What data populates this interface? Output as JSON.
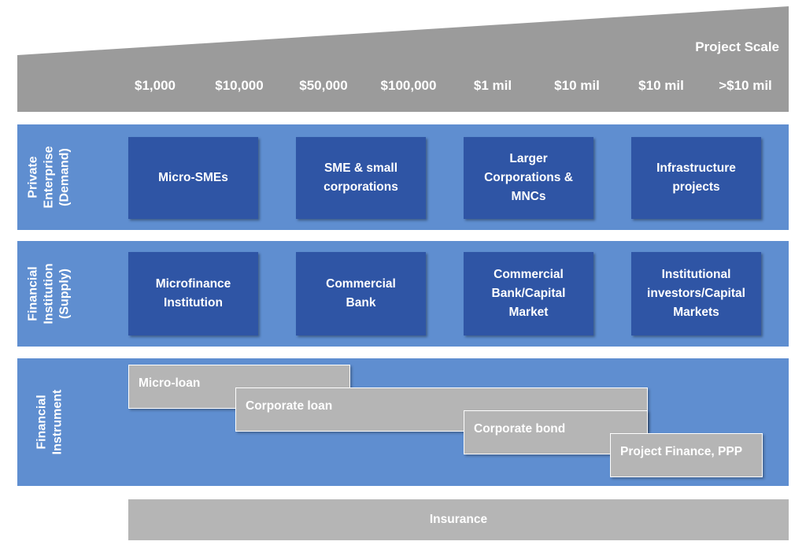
{
  "scale": {
    "title": "Project Scale",
    "ticks": [
      "$1,000",
      "$10,000",
      "$50,000",
      "$100,000",
      "$1 mil",
      "$10 mil",
      "$10 mil",
      ">$10 mil"
    ]
  },
  "demand": {
    "label_lines": [
      "Private",
      "Enterprise",
      "(Demand)"
    ],
    "boxes": [
      [
        "Micro-SMEs"
      ],
      [
        "SME & small",
        "corporations"
      ],
      [
        "Larger",
        "Corporations &",
        "MNCs"
      ],
      [
        "Infrastructure",
        "projects"
      ]
    ]
  },
  "supply": {
    "label_lines": [
      "Financial",
      "Institution",
      "(Supply)"
    ],
    "boxes": [
      [
        "Microfinance",
        "Institution"
      ],
      [
        "Commercial",
        "Bank"
      ],
      [
        "Commercial",
        "Bank/Capital",
        "Market"
      ],
      [
        "Institutional",
        "investors/Capital",
        "Markets"
      ]
    ]
  },
  "instrument": {
    "label_lines": [
      "Financial",
      "Instrument"
    ],
    "bars": [
      "Micro-loan",
      "Corporate loan",
      "Corporate bond",
      "Project Finance, PPP"
    ]
  },
  "insurance": {
    "label": "Insurance"
  },
  "colors": {
    "scale_bar": "#9b9b9b",
    "band": "#5f8ed0",
    "box": "#2f55a5",
    "instrument_bar": "#b5b5b5"
  }
}
